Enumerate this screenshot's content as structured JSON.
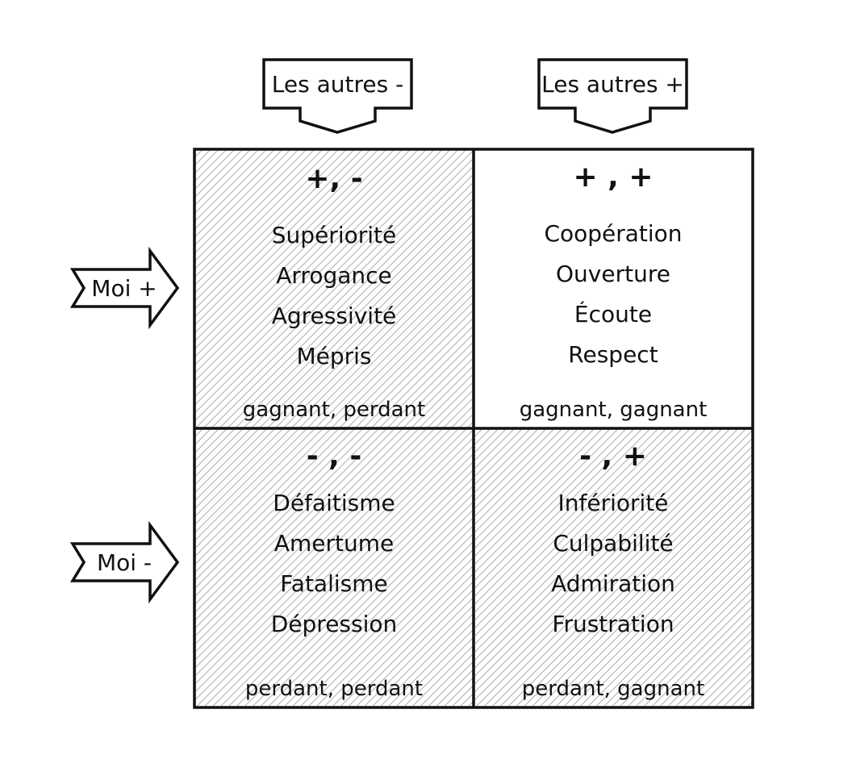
{
  "columns": {
    "left_label": "Les autres -",
    "right_label": "Les autres +"
  },
  "rows": {
    "top_label": "Moi +",
    "bottom_label": "Moi -"
  },
  "quadrants": {
    "top_left": {
      "sign": "+, -",
      "traits": [
        "Supériorité",
        "Arrogance",
        "Agressivité",
        "Mépris"
      ],
      "outcome": "gagnant, perdant",
      "hatched": true
    },
    "top_right": {
      "sign": "+ , +",
      "traits": [
        "Coopération",
        "Ouverture",
        "Écoute",
        "Respect"
      ],
      "outcome": "gagnant, gagnant",
      "hatched": false
    },
    "bottom_left": {
      "sign": "- , -",
      "traits": [
        "Défaitisme",
        "Amertume",
        "Fatalisme",
        "Dépression"
      ],
      "outcome": "perdant, perdant",
      "hatched": true
    },
    "bottom_right": {
      "sign": "- , +",
      "traits": [
        "Infériorité",
        "Culpabilité",
        "Admiration",
        "Frustration"
      ],
      "outcome": "perdant, gagnant",
      "hatched": true
    }
  }
}
